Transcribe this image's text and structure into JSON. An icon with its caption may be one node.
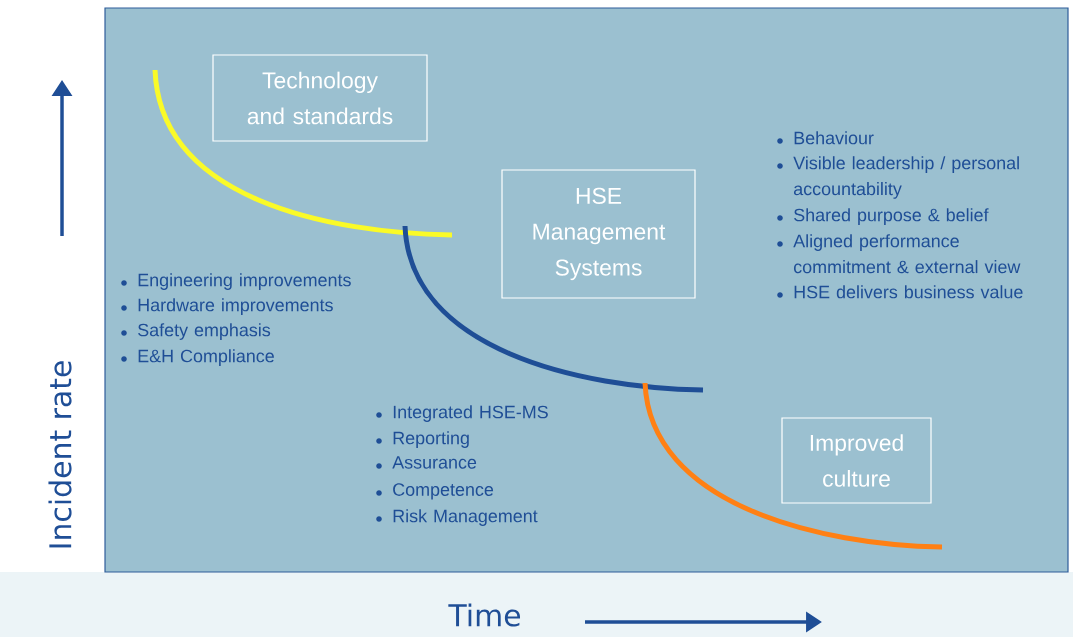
{
  "diagram": {
    "nodes": [
      {
        "text": [
          "Technology and standards"
        ]
      },
      {
        "text": [
          "HSE Management Systems"
        ]
      },
      {
        "text": [
          "Improved culture"
        ]
      }
    ],
    "labels": [
      "Behaviour",
      "Visible leadership / personal accountability",
      "Shared purpose & belief",
      "Aligned performance commitment & external view",
      "HSE delivers business value",
      "Engineering improvements",
      "Hardware improvements",
      "Safety emphasis",
      "E&H Compliance",
      "Integrated HSE-MS",
      "Reporting",
      "Assurance",
      "Competence",
      "Risk Management",
      "Incident rate",
      "Time"
    ]
  }
}
